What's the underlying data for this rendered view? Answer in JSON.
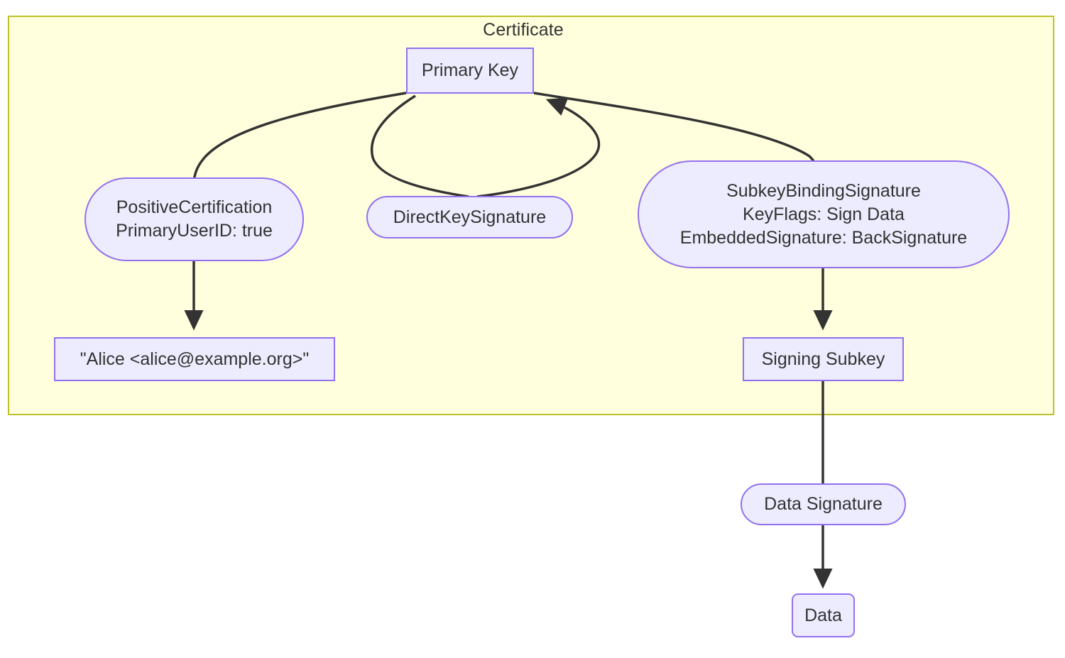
{
  "diagram": {
    "type": "flowchart",
    "direction": "top-down",
    "subgraph": {
      "id": "certificate",
      "title": "Certificate",
      "fill_color": "#ffffdd",
      "border_color": "#bfbf2b"
    },
    "node_style": {
      "fill_color": "#ececfe",
      "border_color": "#9370f0",
      "text_color": "#333333"
    },
    "edge_style": {
      "color": "#333333",
      "width": 3.5
    },
    "nodes": [
      {
        "id": "primary-key",
        "shape": "rect",
        "lines": [
          "Primary Key"
        ],
        "in_subgraph": true
      },
      {
        "id": "positive-certification",
        "shape": "stadium",
        "lines": [
          "PositiveCertification",
          "PrimaryUserID: true"
        ],
        "in_subgraph": true
      },
      {
        "id": "direct-key-signature",
        "shape": "stadium",
        "lines": [
          "DirectKeySignature"
        ],
        "in_subgraph": true
      },
      {
        "id": "subkey-binding-signature",
        "shape": "stadium",
        "lines": [
          "SubkeyBindingSignature",
          "KeyFlags: Sign Data",
          "EmbeddedSignature: BackSignature"
        ],
        "in_subgraph": true
      },
      {
        "id": "user-id",
        "shape": "rect",
        "lines": [
          "\"Alice <alice@example.org>\""
        ],
        "in_subgraph": true
      },
      {
        "id": "signing-subkey",
        "shape": "rect",
        "lines": [
          "Signing Subkey"
        ],
        "in_subgraph": true
      },
      {
        "id": "data-signature",
        "shape": "stadium",
        "lines": [
          "Data Signature"
        ],
        "in_subgraph": false
      },
      {
        "id": "data",
        "shape": "round-rect",
        "lines": [
          "Data"
        ],
        "in_subgraph": false
      }
    ],
    "edges": [
      {
        "from": "primary-key",
        "to": "positive-certification",
        "arrow": false
      },
      {
        "from": "primary-key",
        "to": "direct-key-signature",
        "arrow": false
      },
      {
        "from": "direct-key-signature",
        "to": "primary-key",
        "arrow": true
      },
      {
        "from": "primary-key",
        "to": "subkey-binding-signature",
        "arrow": false
      },
      {
        "from": "positive-certification",
        "to": "user-id",
        "arrow": true
      },
      {
        "from": "subkey-binding-signature",
        "to": "signing-subkey",
        "arrow": true
      },
      {
        "from": "signing-subkey",
        "to": "data-signature",
        "arrow": false
      },
      {
        "from": "data-signature",
        "to": "data",
        "arrow": true
      }
    ]
  }
}
